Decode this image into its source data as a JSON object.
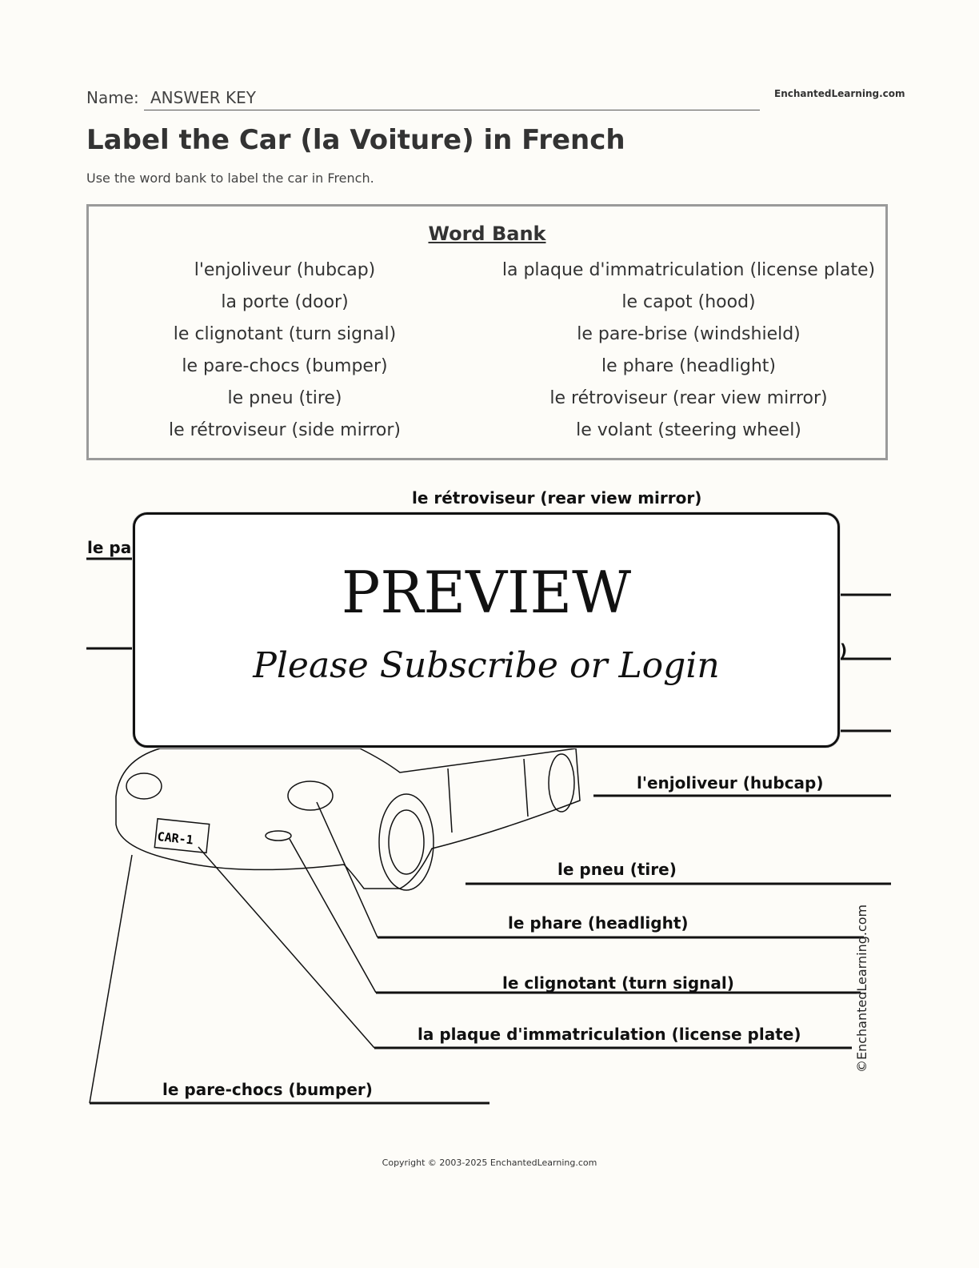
{
  "header": {
    "name_label": "Name:",
    "name_value": "ANSWER KEY",
    "site": "EnchantedLearning.com"
  },
  "title": "Label the Car (la Voiture) in French",
  "subtitle": "Use the word bank to label the car in French.",
  "word_bank": {
    "title": "Word Bank",
    "left": [
      "l'enjoliveur (hubcap)",
      "la porte (door)",
      "le clignotant (turn signal)",
      "le pare-chocs (bumper)",
      "le pneu (tire)",
      "le rétroviseur (side mirror)"
    ],
    "right": [
      "la plaque d'immatriculation (license plate)",
      "le capot (hood)",
      "le pare-brise (windshield)",
      "le phare (headlight)",
      "le rétroviseur (rear view mirror)",
      "le volant (steering wheel)"
    ]
  },
  "diagram": {
    "labels": {
      "rear_mirror": "le rétroviseur (rear view mirror)",
      "partial_left": "le pa",
      "partial_right": ")",
      "hubcap": "l'enjoliveur (hubcap)",
      "tire": "le pneu (tire)",
      "headlight": "le phare (headlight)",
      "turn_signal": "le clignotant (turn signal)",
      "license_plate": "la plaque d'immatriculation (license plate)",
      "bumper": "le pare-chocs (bumper)"
    },
    "plate_text": "CAR-1",
    "copyright_vertical": "©EnchantedLearning.com"
  },
  "overlay": {
    "title": "PREVIEW",
    "subtitle": "Please Subscribe or Login"
  },
  "footer": "Copyright © 2003-2025 EnchantedLearning.com"
}
